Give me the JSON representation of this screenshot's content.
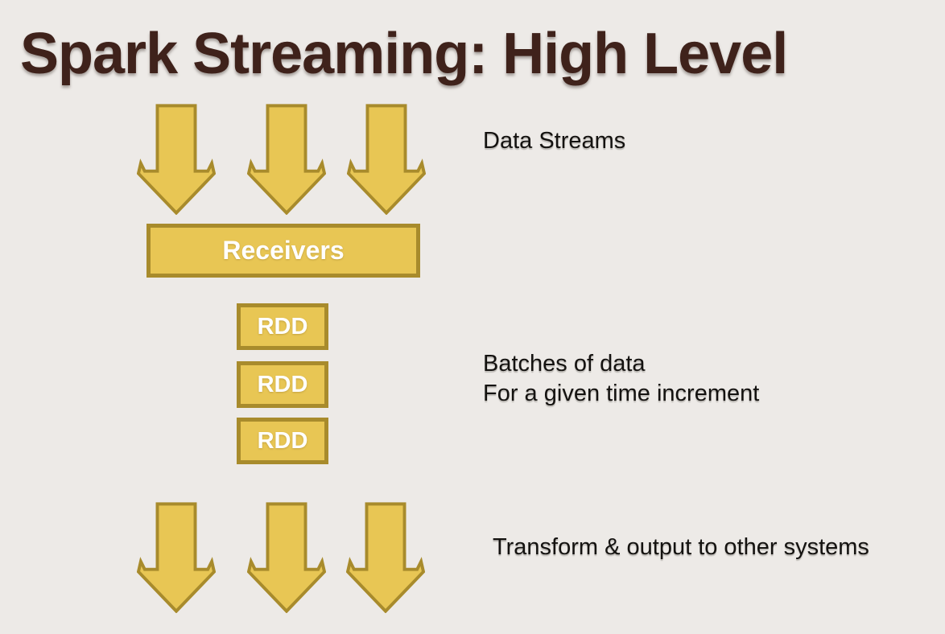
{
  "slide": {
    "title": "Spark Streaming: High Level"
  },
  "colors": {
    "bg": "#EDEAE7",
    "title": "#3F221B",
    "gold-fill": "#E8C654",
    "gold-border": "#A88B2C",
    "shape-text": "#FFFFFF",
    "label-text": "#141210"
  },
  "shapes": {
    "receivers_label": "Receivers",
    "rdd_labels": [
      "RDD",
      "RDD",
      "RDD"
    ],
    "top_arrow_count": 3,
    "bottom_arrow_count": 3
  },
  "annotations": {
    "data_streams": "Data Streams",
    "batches_line1": "Batches of data",
    "batches_line2": "For a given time increment",
    "transform": "Transform & output to other systems"
  }
}
